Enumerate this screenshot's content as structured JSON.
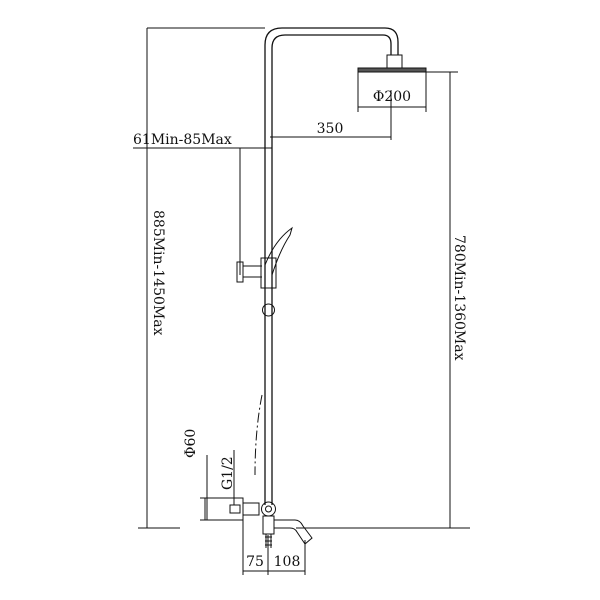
{
  "drawing": {
    "title": "Shower system dimension drawing",
    "dimensions": {
      "head_diameter": "Φ200",
      "arm_reach": "350",
      "wall_offset": "61Min-85Max",
      "total_height": "885Min-1450Max",
      "head_height": "780Min-1360Max",
      "escutcheon_diameter": "Φ60",
      "thread": "G1/2",
      "valve_depth": "75",
      "spout_reach": "108"
    }
  }
}
